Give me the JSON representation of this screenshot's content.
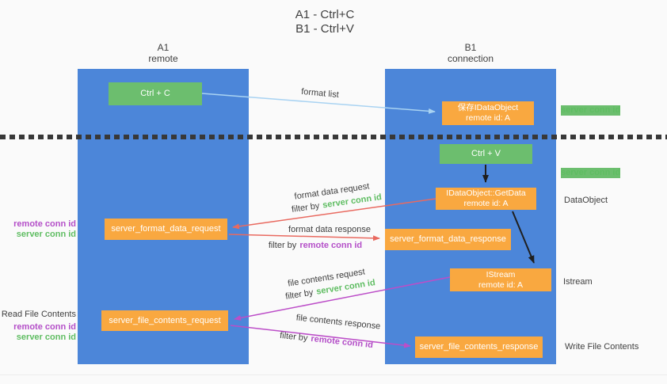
{
  "title": {
    "line1": "A1 - Ctrl+C",
    "line2": "B1 - Ctrl+V"
  },
  "columns": {
    "a": {
      "id": "A1",
      "subtitle": "remote"
    },
    "b": {
      "id": "B1",
      "subtitle": "connection"
    }
  },
  "nodes": {
    "ctrl_c": {
      "label": "Ctrl + C"
    },
    "ctrl_v": {
      "label": "Ctrl + V"
    },
    "save_dataobject": {
      "line1": "保存IDataObject",
      "line2": "remote id: A"
    },
    "getdata": {
      "line1": "IDataObject::GetData",
      "line2": "remote id: A"
    },
    "istream": {
      "line1": "IStream",
      "line2": "remote id: A"
    },
    "format_request": {
      "label": "server_format_data_request"
    },
    "format_response": {
      "label": "server_format_data_response"
    },
    "file_request": {
      "label": "server_file_contents_request"
    },
    "file_response": {
      "label": "server_file_contents_response"
    }
  },
  "arrow_labels": {
    "format_list": "format list",
    "format_data_request": "format data request",
    "filter_server_1": {
      "prefix": "filter by",
      "key": "server conn id"
    },
    "format_data_response": "format data response",
    "filter_remote_1": {
      "prefix": "filter by",
      "key": "remote conn id"
    },
    "file_contents_request": "file contents request",
    "filter_server_2": {
      "prefix": "filter by",
      "key": "server conn id"
    },
    "file_contents_response": "file contents response",
    "filter_remote_2": {
      "prefix": "filter by",
      "key": "remote conn id"
    }
  },
  "side_labels": {
    "server_conn_top": "server conn id",
    "server_conn_mid": "server conn id",
    "dataobject": "DataObject",
    "istream": "Istream",
    "write_file_contents": "Write File Contents",
    "read_file_contents": "Read File Contents",
    "remote_conn_1": "remote conn id",
    "server_conn_1": "server conn id",
    "remote_conn_2": "remote conn id",
    "server_conn_2": "server conn id"
  },
  "colors": {
    "column_blue": "#4C86D9",
    "box_green": "#6CBE6E",
    "box_orange": "#F9A840",
    "arrow_red": "#E96A60",
    "arrow_magenta": "#BC4EC8",
    "arrow_lightblue": "#A9D3F2",
    "arrow_black": "#1F1F1F",
    "label_green": "#5FBD62",
    "label_purple": "#B44FC8",
    "text_dark": "#3F3F3F",
    "dash_dark": "#383838",
    "background": "#FAFAFA"
  }
}
